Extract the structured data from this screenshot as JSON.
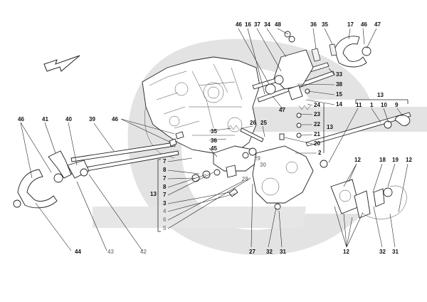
{
  "diagram": {
    "watermark_color": "#dcdcdc",
    "arrow_icon": "direction-arrow-icon",
    "callouts": [
      {
        "id": "c46a",
        "text": "46"
      },
      {
        "id": "c16",
        "text": "16"
      },
      {
        "id": "c37",
        "text": "37"
      },
      {
        "id": "c34",
        "text": "34"
      },
      {
        "id": "c48",
        "text": "48"
      },
      {
        "id": "c36a",
        "text": "36"
      },
      {
        "id": "c35a",
        "text": "35"
      },
      {
        "id": "c17",
        "text": "17"
      },
      {
        "id": "c46b",
        "text": "46"
      },
      {
        "id": "c47a",
        "text": "47"
      },
      {
        "id": "c33",
        "text": "33"
      },
      {
        "id": "c38",
        "text": "38"
      },
      {
        "id": "c15",
        "text": "15"
      },
      {
        "id": "c14",
        "text": "14"
      },
      {
        "id": "c13a",
        "text": "13"
      },
      {
        "id": "c11",
        "text": "11"
      },
      {
        "id": "c1",
        "text": "1"
      },
      {
        "id": "c10",
        "text": "10"
      },
      {
        "id": "c9",
        "text": "9"
      },
      {
        "id": "c24",
        "text": "24"
      },
      {
        "id": "c23",
        "text": "23"
      },
      {
        "id": "c22",
        "text": "22"
      },
      {
        "id": "c13b",
        "text": "13"
      },
      {
        "id": "c21",
        "text": "21"
      },
      {
        "id": "c20",
        "text": "20"
      },
      {
        "id": "c2",
        "text": "2"
      },
      {
        "id": "c47b",
        "text": "47"
      },
      {
        "id": "c26",
        "text": "26"
      },
      {
        "id": "c25",
        "text": "25"
      },
      {
        "id": "c46c",
        "text": "46"
      },
      {
        "id": "c35b",
        "text": "35"
      },
      {
        "id": "c36b",
        "text": "36"
      },
      {
        "id": "c45",
        "text": "45"
      },
      {
        "id": "c39",
        "text": "39"
      },
      {
        "id": "c46d",
        "text": "46"
      },
      {
        "id": "c41",
        "text": "41"
      },
      {
        "id": "c40",
        "text": "40"
      },
      {
        "id": "c7a",
        "text": "7"
      },
      {
        "id": "c8a",
        "text": "8"
      },
      {
        "id": "c7b",
        "text": "7"
      },
      {
        "id": "c8b",
        "text": "8"
      },
      {
        "id": "c7c",
        "text": "7"
      },
      {
        "id": "c3",
        "text": "3"
      },
      {
        "id": "c4",
        "text": "4"
      },
      {
        "id": "c6",
        "text": "6"
      },
      {
        "id": "c5",
        "text": "5"
      },
      {
        "id": "c13c",
        "text": "13"
      },
      {
        "id": "c29",
        "text": "29"
      },
      {
        "id": "c30",
        "text": "30"
      },
      {
        "id": "c28",
        "text": "28"
      },
      {
        "id": "c12a",
        "text": "12"
      },
      {
        "id": "c18",
        "text": "18"
      },
      {
        "id": "c19",
        "text": "19"
      },
      {
        "id": "c12b",
        "text": "12"
      },
      {
        "id": "c44",
        "text": "44"
      },
      {
        "id": "c43",
        "text": "43"
      },
      {
        "id": "c42",
        "text": "42"
      },
      {
        "id": "c27",
        "text": "27"
      },
      {
        "id": "c32a",
        "text": "32"
      },
      {
        "id": "c31a",
        "text": "31"
      },
      {
        "id": "c12c",
        "text": "12"
      },
      {
        "id": "c32b",
        "text": "32"
      },
      {
        "id": "c31b",
        "text": "31"
      }
    ]
  }
}
